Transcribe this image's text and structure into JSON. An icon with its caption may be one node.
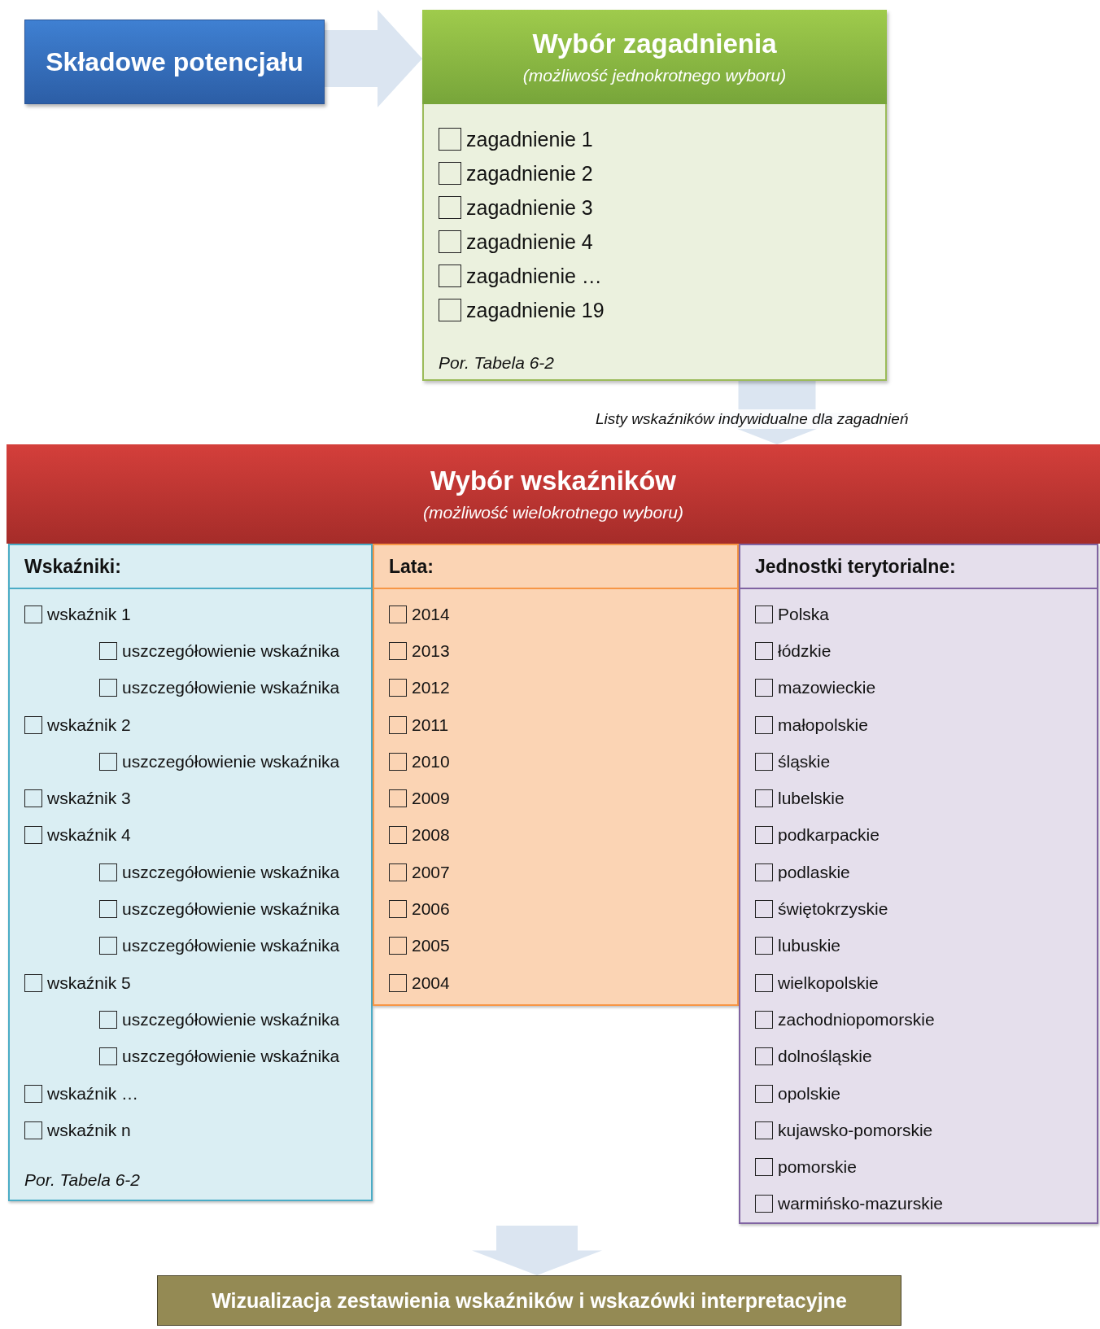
{
  "diagram": {
    "nodes": [
      {
        "text": [
          "Składowe potencjału"
        ]
      },
      {
        "text": [
          "Wybór zagadnienia",
          "(możliwość jednokrotnego wyboru)",
          "zagadnienie 1",
          "zagadnienie 2",
          "zagadnienie 3",
          "zagadnienie 4",
          "zagadnienie …",
          "zagadnienie 19",
          "Por. Tabela 6-2"
        ]
      },
      {
        "text": [
          "Wybór wskaźników",
          "(możliwość wielokrotnego wyboru)"
        ]
      },
      {
        "text": [
          "Wskaźniki:",
          "wskaźnik 1",
          "uszczegółowienie wskaźnika",
          "uszczegółowienie wskaźnika",
          "wskaźnik 2",
          "uszczegółowienie wskaźnika",
          "wskaźnik 3",
          "wskaźnik 4",
          "uszczegółowienie wskaźnika",
          "uszczegółowienie wskaźnika",
          "uszczegółowienie wskaźnika",
          "wskaźnik 5",
          "uszczegółowienie wskaźnika",
          "uszczegółowienie wskaźnika",
          "wskaźnik …",
          "wskaźnik n",
          "Por. Tabela 6-2"
        ],
        "in": 2
      },
      {
        "text": [
          "Lata:",
          "2014",
          "2013",
          "2012",
          "2011",
          "2010",
          "2009",
          "2008",
          "2007",
          "2006",
          "2005",
          "2004"
        ],
        "in": 2
      },
      {
        "text": [
          "Jednostki terytorialne:",
          "Polska",
          "łódzkie",
          "mazowieckie",
          "małopolskie",
          "śląskie",
          "lubelskie",
          "podkarpackie",
          "podlaskie",
          "świętokrzyskie",
          "lubuskie",
          "wielkopolskie",
          "zachodniopomorskie",
          "dolnośląskie",
          "opolskie",
          "kujawsko-pomorskie",
          "pomorskie",
          "warmińsko-mazurskie"
        ],
        "in": 2
      },
      {
        "text": [
          "Wizualizacja zestawienia wskaźników i wskazówki interpretacyjne"
        ]
      }
    ],
    "edges": [
      {
        "from": 0,
        "to": 1,
        "arrow": "to"
      },
      {
        "from": 1,
        "to": 2,
        "arrow": "to",
        "label": "Listy wskaźników indywidualne dla zagadnień"
      },
      {
        "from": 2,
        "to": 6,
        "arrow": "to"
      }
    ]
  }
}
